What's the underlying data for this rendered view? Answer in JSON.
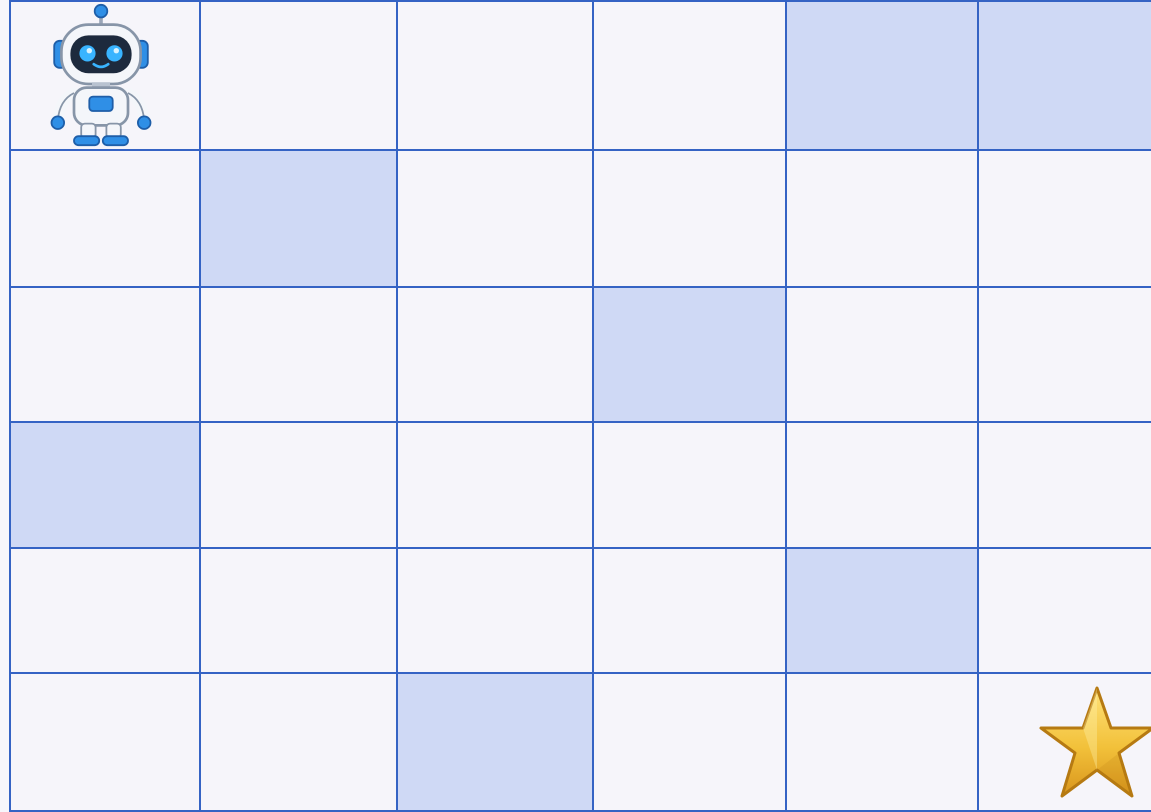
{
  "board": {
    "rows": 6,
    "cols": 6,
    "shaded_cells": [
      [
        0,
        4
      ],
      [
        0,
        5
      ],
      [
        1,
        1
      ],
      [
        2,
        3
      ],
      [
        3,
        0
      ],
      [
        4,
        4
      ],
      [
        5,
        2
      ]
    ],
    "robot": {
      "row": 0,
      "col": 0,
      "icon": "robot-icon"
    },
    "goal": {
      "row": 5,
      "col": 5,
      "icon": "star-icon"
    },
    "colors": {
      "grid_line": "#3563c4",
      "cell_empty": "#f6f5fa",
      "cell_shaded": "#cfd9f5",
      "star_fill": "#f2c13a",
      "robot_accent": "#2f8fe6"
    }
  }
}
